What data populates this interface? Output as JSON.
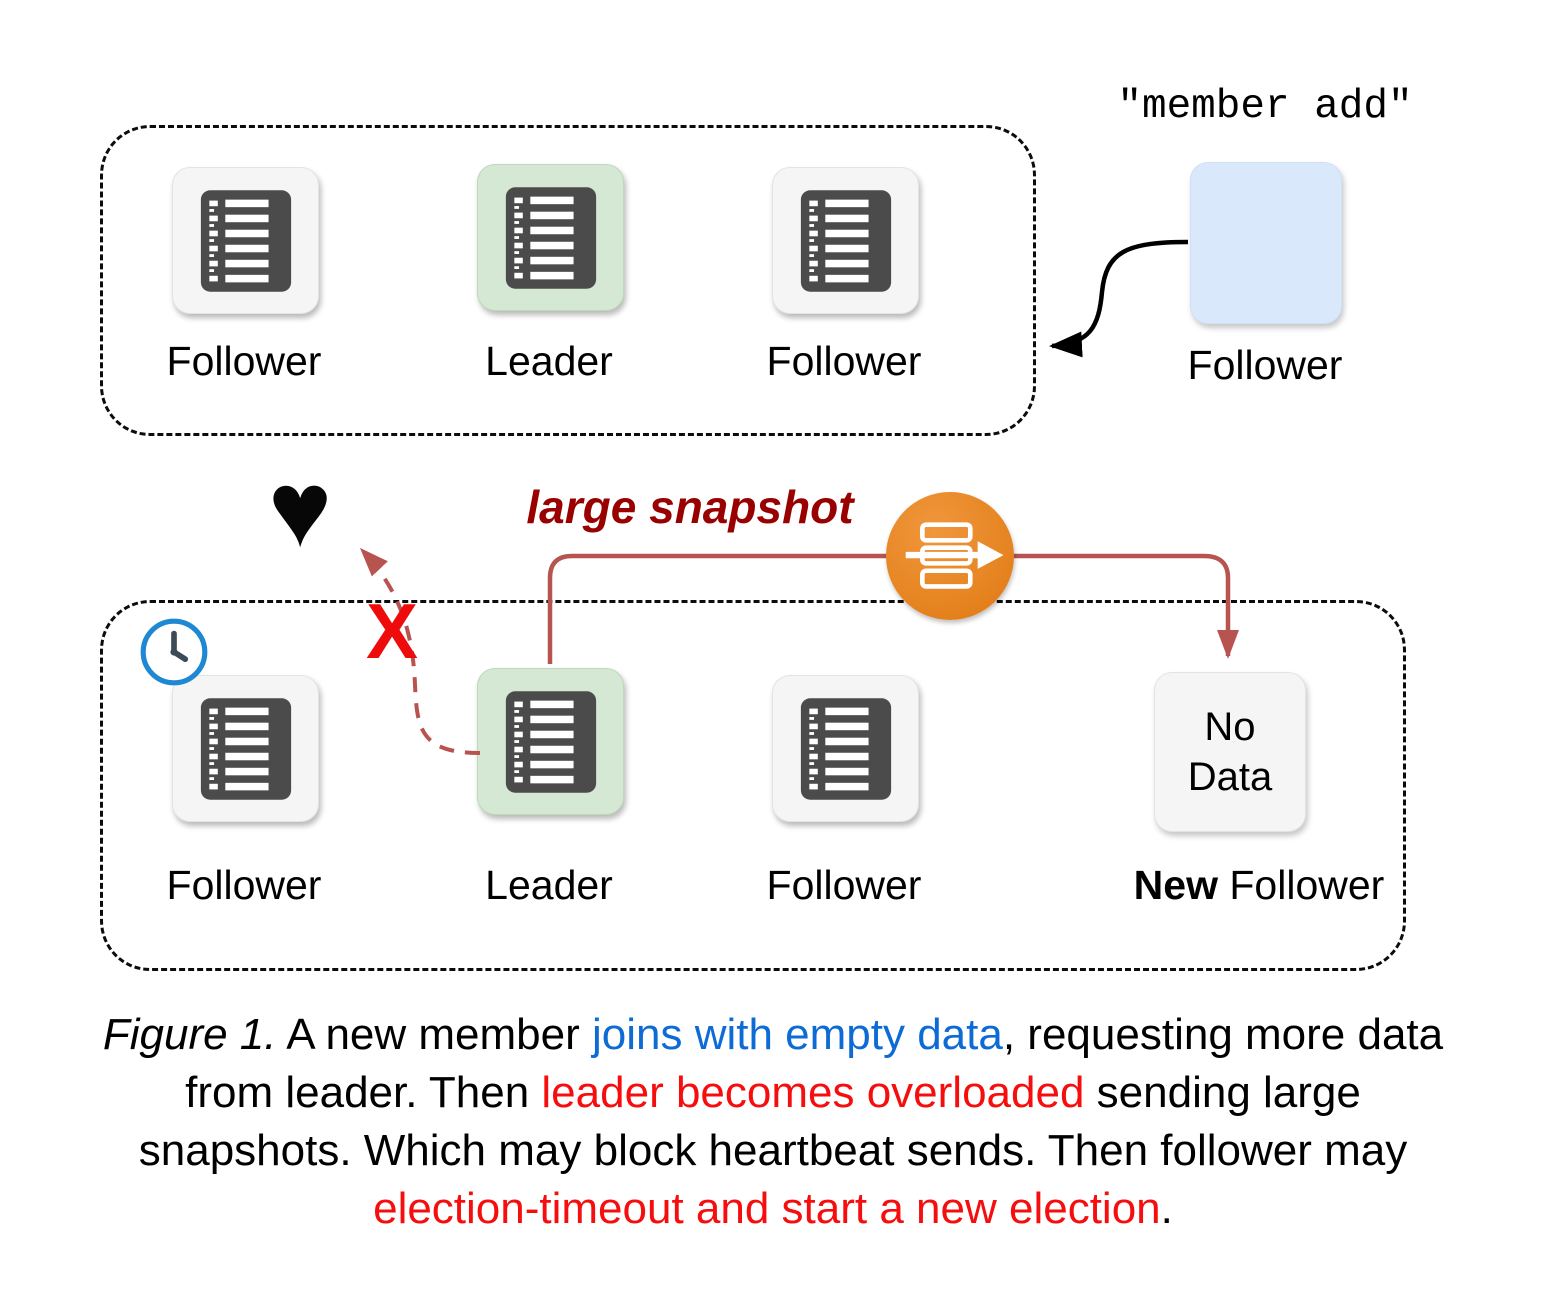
{
  "figure": {
    "top_cluster": {
      "nodes": [
        {
          "label": "Follower"
        },
        {
          "label": "Leader"
        },
        {
          "label": "Follower"
        }
      ],
      "new_member": {
        "command": "\"member add\"",
        "label": "Follower"
      }
    },
    "bottom_cluster": {
      "nodes": [
        {
          "label": "Follower"
        },
        {
          "label": "Leader"
        },
        {
          "label": "Follower"
        }
      ],
      "new_follower": {
        "box_line1": "No",
        "box_line2": "Data",
        "label_bold": "New",
        "label_rest": " Follower"
      }
    },
    "annotations": {
      "large_snapshot": "large snapshot",
      "x_glyph": "X",
      "heart_glyph": "♥"
    },
    "icon_names": [
      "log-icon",
      "election-clock-icon",
      "heart-icon",
      "snapshot-transfer-icon"
    ],
    "colors": {
      "leader_fill": "#d5e8d4",
      "follower_fill": "#f5f5f5",
      "new_member_fill": "#dae8fc",
      "snapshot_icon_orange": "#e8821d",
      "arrow_red": "#b85450",
      "snapshot_label_red": "#990000",
      "x_red": "#ee0b0b",
      "clock_blue": "#1e88d2",
      "caption_blue": "#0d6bd6",
      "caption_red": "#f60d0d"
    }
  },
  "caption": {
    "line1": {
      "figure_label": "Figure 1.",
      "part_a": " A new member ",
      "blue": "joins with empty data",
      "part_b": ", requesting more data"
    },
    "line2": {
      "part_a": "from leader. Then ",
      "red": "leader becomes overloaded",
      "part_b": " sending large"
    },
    "line3": {
      "text": "snapshots. Which may block heartbeat sends. Then follower may"
    },
    "line4": {
      "red": "election-timeout and start a new election",
      "part_b": "."
    }
  }
}
